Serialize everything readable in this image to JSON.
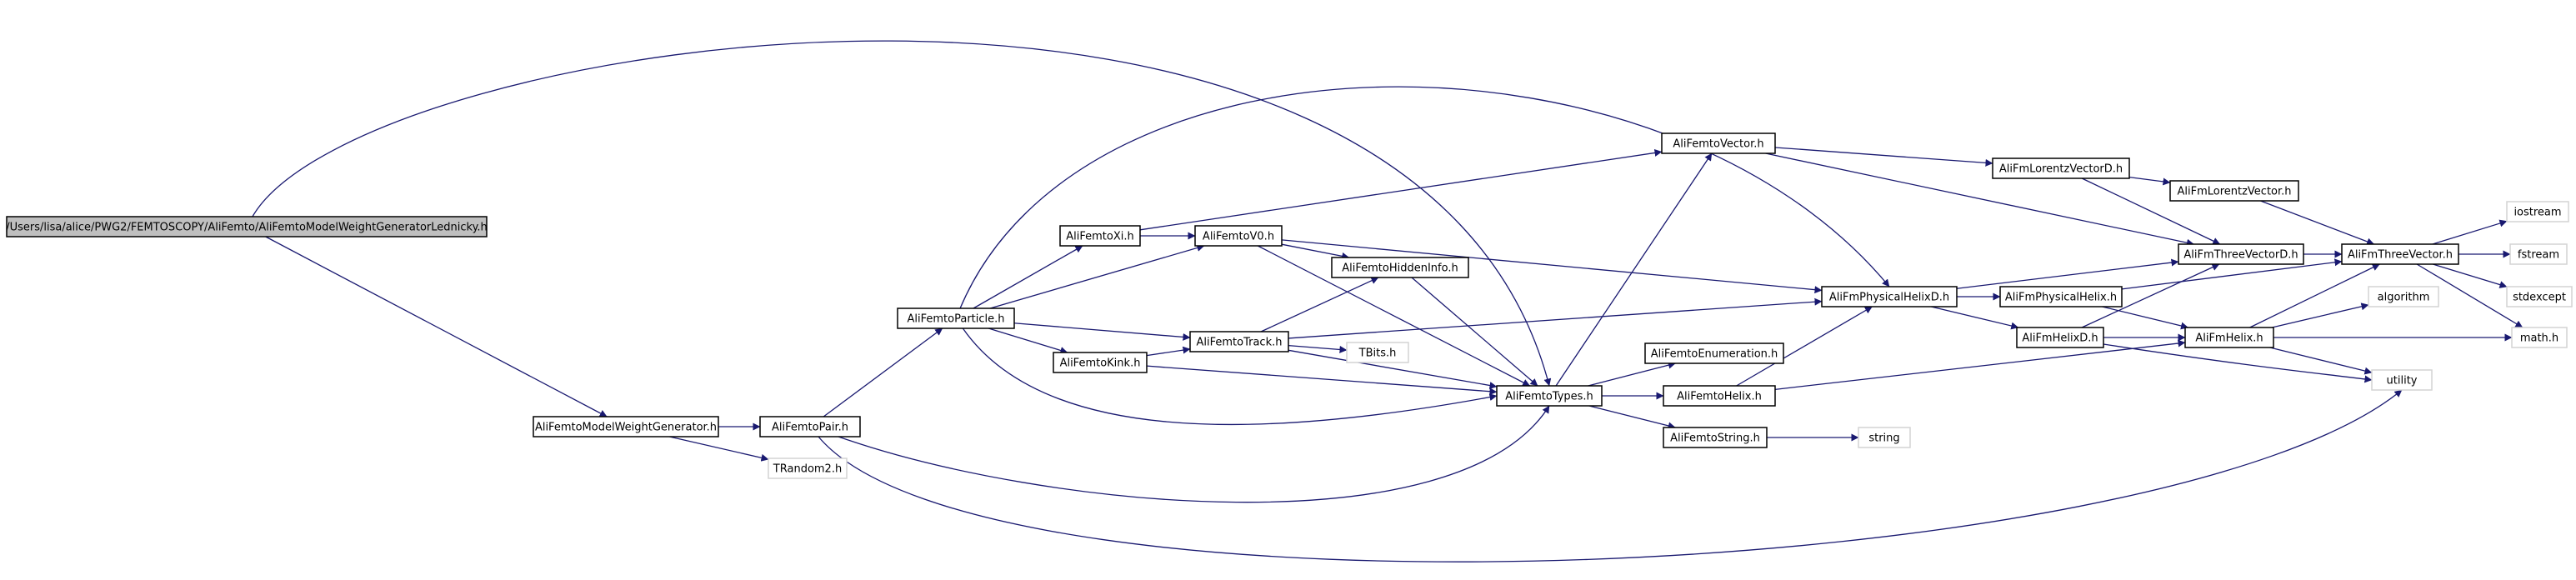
{
  "colors": {
    "edge": "#191970",
    "node_fill": "#ffffff",
    "node_border": "#000000",
    "root_fill": "#bfbfbf",
    "system_border": "#d3d3d3"
  },
  "nodes": [
    {
      "id": "root",
      "label": "/Users/lisa/alice/PWG2/FEMTOSCOPY/AliFemto/AliFemtoModelWeightGeneratorLednicky.h",
      "kind": "root"
    },
    {
      "id": "mwg",
      "label": "AliFemtoModelWeightGenerator.h",
      "kind": "local"
    },
    {
      "id": "trandom2",
      "label": "TRandom2.h",
      "kind": "system"
    },
    {
      "id": "pair",
      "label": "AliFemtoPair.h",
      "kind": "local"
    },
    {
      "id": "particle",
      "label": "AliFemtoParticle.h",
      "kind": "local"
    },
    {
      "id": "xi",
      "label": "AliFemtoXi.h",
      "kind": "local"
    },
    {
      "id": "kink",
      "label": "AliFemtoKink.h",
      "kind": "local"
    },
    {
      "id": "v0",
      "label": "AliFemtoV0.h",
      "kind": "local"
    },
    {
      "id": "track",
      "label": "AliFemtoTrack.h",
      "kind": "local"
    },
    {
      "id": "tbits",
      "label": "TBits.h",
      "kind": "system"
    },
    {
      "id": "hidden",
      "label": "AliFemtoHiddenInfo.h",
      "kind": "local"
    },
    {
      "id": "types",
      "label": "AliFemtoTypes.h",
      "kind": "local"
    },
    {
      "id": "vector",
      "label": "AliFemtoVector.h",
      "kind": "local"
    },
    {
      "id": "enum",
      "label": "AliFemtoEnumeration.h",
      "kind": "local"
    },
    {
      "id": "fhelix",
      "label": "AliFemtoHelix.h",
      "kind": "local"
    },
    {
      "id": "fstring",
      "label": "AliFemtoString.h",
      "kind": "local"
    },
    {
      "id": "string",
      "label": "string",
      "kind": "system"
    },
    {
      "id": "phelixd",
      "label": "AliFmPhysicalHelixD.h",
      "kind": "local"
    },
    {
      "id": "lorentzd",
      "label": "AliFmLorentzVectorD.h",
      "kind": "local"
    },
    {
      "id": "lorentz",
      "label": "AliFmLorentzVector.h",
      "kind": "local"
    },
    {
      "id": "phelix",
      "label": "AliFmPhysicalHelix.h",
      "kind": "local"
    },
    {
      "id": "helixd",
      "label": "AliFmHelixD.h",
      "kind": "local"
    },
    {
      "id": "threed",
      "label": "AliFmThreeVectorD.h",
      "kind": "local"
    },
    {
      "id": "helix",
      "label": "AliFmHelix.h",
      "kind": "local"
    },
    {
      "id": "three",
      "label": "AliFmThreeVector.h",
      "kind": "local"
    },
    {
      "id": "algorithm",
      "label": "algorithm",
      "kind": "system"
    },
    {
      "id": "utility",
      "label": "utility",
      "kind": "system"
    },
    {
      "id": "iostream",
      "label": "iostream",
      "kind": "system"
    },
    {
      "id": "fstream",
      "label": "fstream",
      "kind": "system"
    },
    {
      "id": "stdexcept",
      "label": "stdexcept",
      "kind": "system"
    },
    {
      "id": "math",
      "label": "math.h",
      "kind": "system"
    }
  ],
  "edges": [
    [
      "root",
      "mwg"
    ],
    [
      "root",
      "types"
    ],
    [
      "mwg",
      "pair"
    ],
    [
      "mwg",
      "trandom2"
    ],
    [
      "pair",
      "particle"
    ],
    [
      "pair",
      "types"
    ],
    [
      "pair",
      "utility"
    ],
    [
      "particle",
      "xi"
    ],
    [
      "particle",
      "v0"
    ],
    [
      "particle",
      "kink"
    ],
    [
      "particle",
      "track"
    ],
    [
      "particle",
      "types"
    ],
    [
      "particle",
      "phelixd"
    ],
    [
      "xi",
      "v0"
    ],
    [
      "xi",
      "vector"
    ],
    [
      "kink",
      "track"
    ],
    [
      "kink",
      "types"
    ],
    [
      "v0",
      "hidden"
    ],
    [
      "v0",
      "types"
    ],
    [
      "v0",
      "phelixd"
    ],
    [
      "track",
      "hidden"
    ],
    [
      "track",
      "tbits"
    ],
    [
      "track",
      "types"
    ],
    [
      "track",
      "phelixd"
    ],
    [
      "hidden",
      "types"
    ],
    [
      "types",
      "vector"
    ],
    [
      "types",
      "enum"
    ],
    [
      "types",
      "fhelix"
    ],
    [
      "types",
      "fstring"
    ],
    [
      "vector",
      "lorentzd"
    ],
    [
      "vector",
      "threed"
    ],
    [
      "fhelix",
      "phelixd"
    ],
    [
      "fhelix",
      "helix"
    ],
    [
      "fstring",
      "string"
    ],
    [
      "lorentzd",
      "lorentz"
    ],
    [
      "lorentzd",
      "threed"
    ],
    [
      "lorentz",
      "three"
    ],
    [
      "phelixd",
      "phelix"
    ],
    [
      "phelixd",
      "helixd"
    ],
    [
      "phelixd",
      "threed"
    ],
    [
      "phelix",
      "helix"
    ],
    [
      "phelix",
      "three"
    ],
    [
      "helixd",
      "helix"
    ],
    [
      "helixd",
      "threed"
    ],
    [
      "helixd",
      "utility"
    ],
    [
      "threed",
      "three"
    ],
    [
      "helix",
      "three"
    ],
    [
      "helix",
      "algorithm"
    ],
    [
      "helix",
      "utility"
    ],
    [
      "helix",
      "math"
    ],
    [
      "three",
      "iostream"
    ],
    [
      "three",
      "fstream"
    ],
    [
      "three",
      "stdexcept"
    ],
    [
      "three",
      "math"
    ]
  ]
}
